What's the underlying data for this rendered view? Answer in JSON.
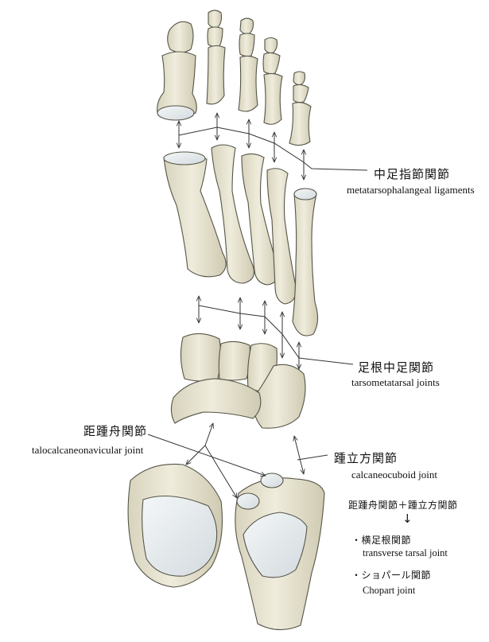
{
  "labels": {
    "mtp": {
      "jp": "中足指節関節",
      "en": "metatarsophalangeal ligaments"
    },
    "tmt": {
      "jp": "足根中足関節",
      "en": "tarsometatarsal joints"
    },
    "tcn": {
      "jp": "距踵舟関節",
      "en": "talocalcaneonavicular joint"
    },
    "cc": {
      "jp": "踵立方関節",
      "en": "calcaneocuboid joint"
    }
  },
  "note": {
    "formula": "距踵舟関節＋踵立方関節",
    "arrow": "↓",
    "items": [
      {
        "jp": "・横足根関節",
        "en": "transverse tarsal joint"
      },
      {
        "jp": "・ショパール関節",
        "en": "Chopart joint"
      }
    ]
  },
  "colors": {
    "bone_fill": "#e9e6d2",
    "bone_stroke": "#555548",
    "cartilage": "#e6ebee",
    "line": "#333333"
  }
}
